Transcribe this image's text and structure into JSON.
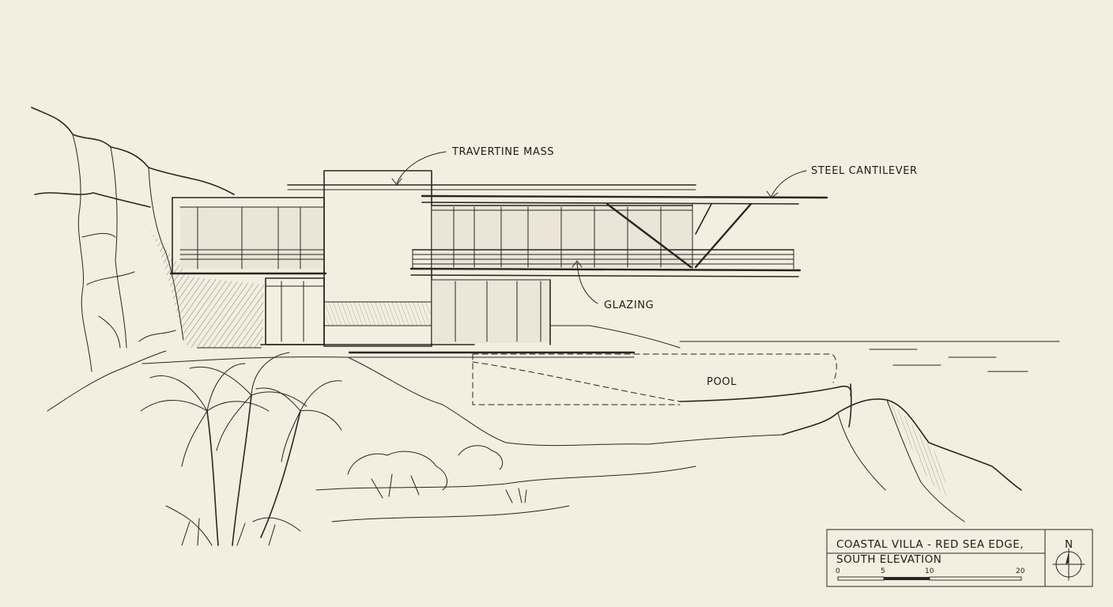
{
  "labels": {
    "travertine": "TRAVERTINE MASS",
    "cantilever": "STEEL CANTILEVER",
    "glazing": "GLAZING",
    "pool": "POOL"
  },
  "title_block": {
    "line1": "COASTAL VILLA - RED SEA EDGE,",
    "line2": "SOUTH ELEVATION",
    "north": "N",
    "scale_ticks": [
      "0",
      "5",
      "10",
      "20"
    ]
  },
  "colors": {
    "paper": "#f3eedf",
    "ink": "#2a2623",
    "shade": "#9a958c"
  }
}
